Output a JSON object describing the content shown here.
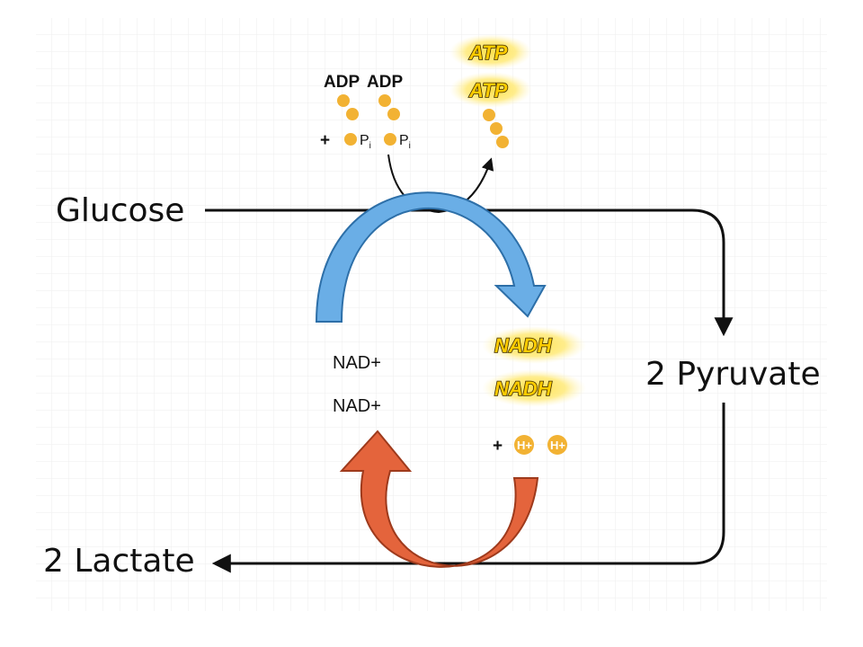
{
  "labels": {
    "glucose": "Glucose",
    "pyruvate": "2 Pyruvate",
    "lactate": "2 Lactate",
    "adp_1": "ADP",
    "adp_2": "ADP",
    "plus_1": "+",
    "pi_1": "P",
    "pi_sub_1": "i",
    "pi_2": "P",
    "pi_sub_2": "i",
    "atp_1": "ATP",
    "atp_2": "ATP",
    "nad_1": "NAD+",
    "nad_2": "NAD+",
    "nadh_1": "NADH",
    "nadh_2": "NADH",
    "plus_2": "+",
    "h_1": "H+",
    "h_2": "H+"
  },
  "colors": {
    "background": "#ffffff",
    "grid": "#ececec",
    "line": "#111111",
    "blue_arrow": "#6aaee6",
    "blue_arrow_stroke": "#2d6fa8",
    "red_arrow": "#e4643c",
    "red_arrow_stroke": "#9e3a1c",
    "phosphate": "#f2b233",
    "pill_glow": "#ffe680"
  }
}
